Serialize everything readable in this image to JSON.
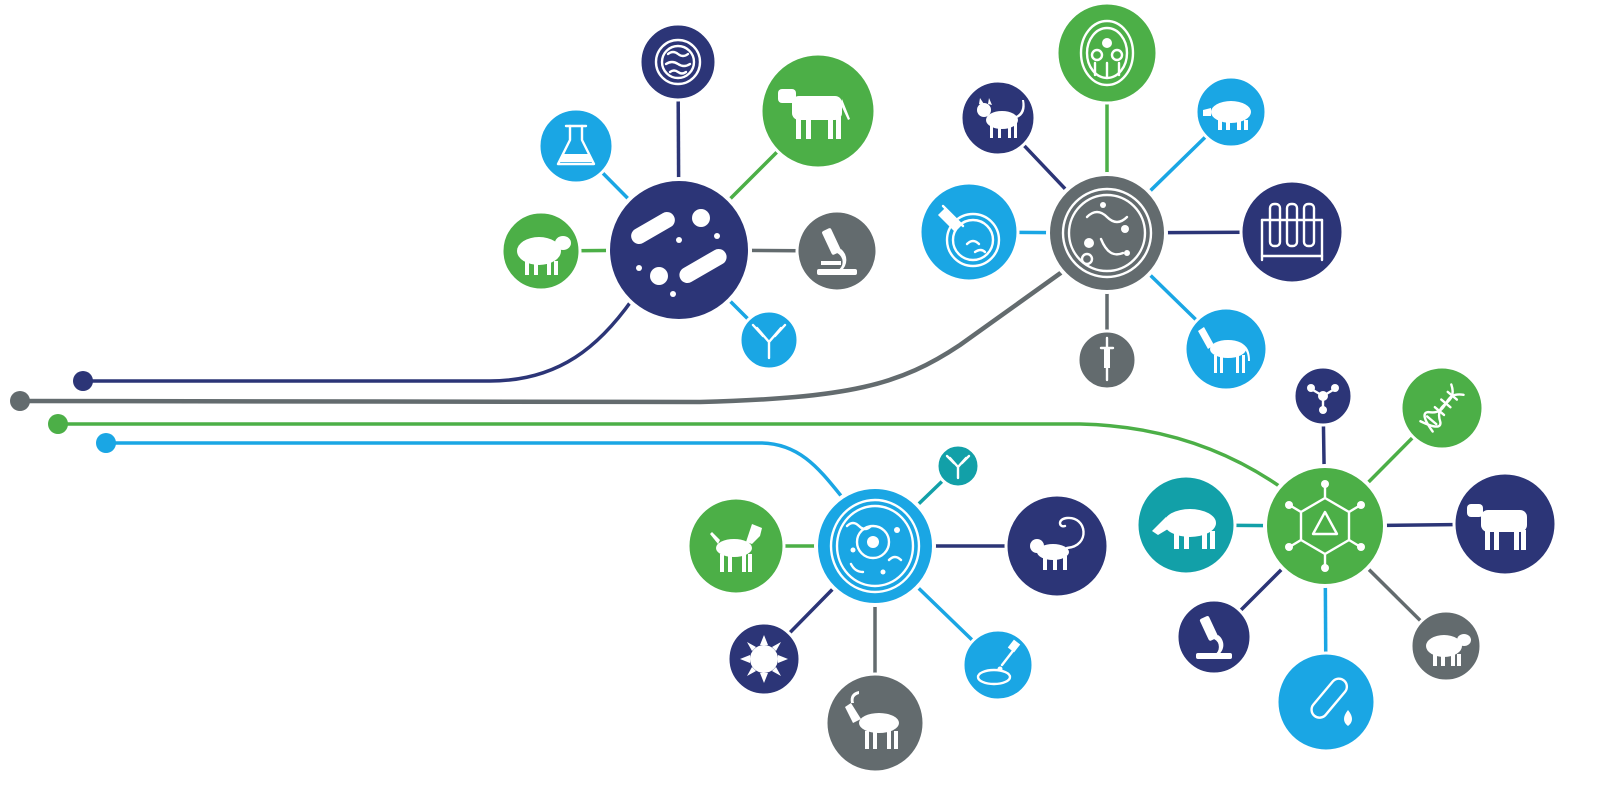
{
  "colors": {
    "navy": "#2c3577",
    "gray": "#636b6e",
    "green": "#4caf47",
    "blue": "#1aa6e4",
    "teal": "#12a0a8",
    "background": "#ffffff"
  },
  "diagram": {
    "clusters": [
      {
        "id": "bacteria-hub",
        "hub_icon": "bacteria-icon",
        "hub_color": "navy",
        "line_color": "navy",
        "nodes": [
          {
            "icon": "microbe-culture-icon",
            "color": "navy"
          },
          {
            "icon": "cow-icon",
            "color": "green"
          },
          {
            "icon": "lab-flask-icon",
            "color": "blue"
          },
          {
            "icon": "sheep-icon",
            "color": "green"
          },
          {
            "icon": "microscope-icon",
            "color": "gray"
          },
          {
            "icon": "antibody-icon",
            "color": "blue"
          }
        ]
      },
      {
        "id": "petri-culture-hub",
        "hub_icon": "petri-dish-culture-icon",
        "hub_color": "gray",
        "line_color": "gray",
        "nodes": [
          {
            "icon": "tissue-cross-section-icon",
            "color": "green"
          },
          {
            "icon": "cat-icon",
            "color": "navy"
          },
          {
            "icon": "pig-icon",
            "color": "blue"
          },
          {
            "icon": "petri-injection-icon",
            "color": "blue"
          },
          {
            "icon": "test-tube-rack-icon",
            "color": "navy"
          },
          {
            "icon": "syringe-icon",
            "color": "gray"
          },
          {
            "icon": "horse-icon",
            "color": "blue"
          }
        ]
      },
      {
        "id": "virus-hub",
        "hub_icon": "virus-capsid-icon",
        "hub_color": "green",
        "line_color": "green",
        "nodes": [
          {
            "icon": "molecule-icon",
            "color": "navy"
          },
          {
            "icon": "dna-icon",
            "color": "green"
          },
          {
            "icon": "boar-icon",
            "color": "teal"
          },
          {
            "icon": "cow-icon",
            "color": "navy"
          },
          {
            "icon": "microscope-icon",
            "color": "navy"
          },
          {
            "icon": "sheep-icon",
            "color": "gray"
          },
          {
            "icon": "blood-test-tube-icon",
            "color": "blue"
          }
        ]
      },
      {
        "id": "cell-hub",
        "hub_icon": "animal-cell-icon",
        "hub_color": "blue",
        "line_color": "blue",
        "nodes": [
          {
            "icon": "antibody-icon",
            "color": "teal"
          },
          {
            "icon": "dog-icon",
            "color": "green"
          },
          {
            "icon": "monkey-icon",
            "color": "navy"
          },
          {
            "icon": "virus-particle-icon",
            "color": "navy"
          },
          {
            "icon": "goat-icon",
            "color": "gray"
          },
          {
            "icon": "pipette-dish-icon",
            "color": "blue"
          }
        ]
      }
    ]
  }
}
